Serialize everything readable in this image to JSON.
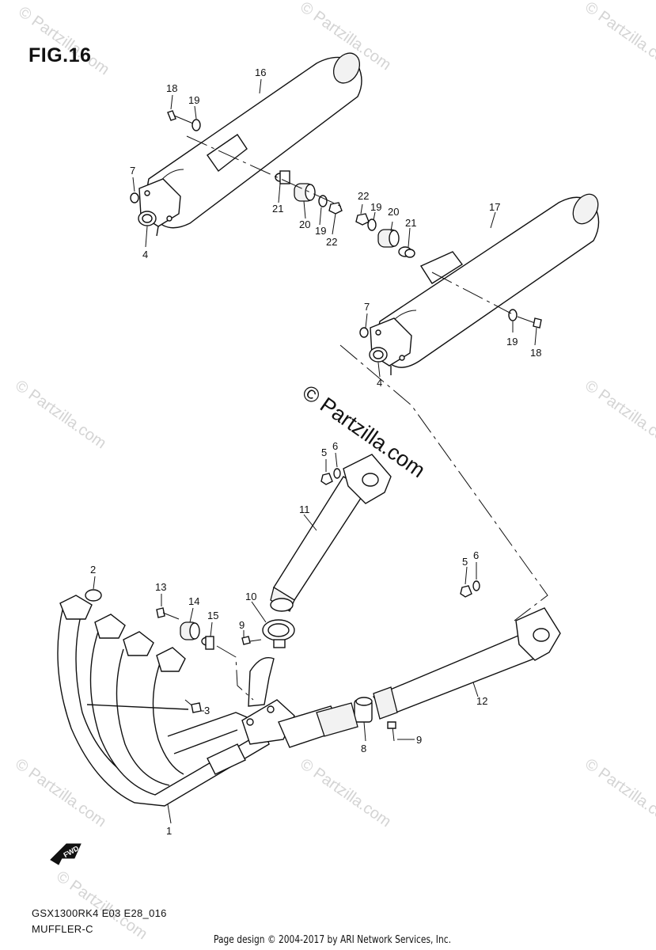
{
  "figure": {
    "title": "FIG.16",
    "model_code": "GSX1300RK4 E03 E28_016",
    "section_name": "MUFFLER-C",
    "footer": "Page design © 2004-2017 by ARI Network Services, Inc.",
    "center_watermark": "© Partzilla.com",
    "fwd_label": "FWD"
  },
  "watermarks": [
    "© Partzilla.com",
    "© Partzilla.com",
    "© Partzilla.com",
    "© Partzilla.com",
    "© Partzilla.com",
    "© Partzilla.com",
    "© Partzilla.com",
    "© Partzilla.com",
    "© Partzilla.com"
  ],
  "callouts": [
    {
      "id": "c16",
      "text": "16"
    },
    {
      "id": "c18a",
      "text": "18"
    },
    {
      "id": "c19a",
      "text": "19"
    },
    {
      "id": "c7a",
      "text": "7"
    },
    {
      "id": "c4a",
      "text": "4"
    },
    {
      "id": "c21a",
      "text": "21"
    },
    {
      "id": "c20a",
      "text": "20"
    },
    {
      "id": "c19b",
      "text": "19"
    },
    {
      "id": "c22a",
      "text": "22"
    },
    {
      "id": "c22b",
      "text": "22"
    },
    {
      "id": "c19c",
      "text": "19"
    },
    {
      "id": "c20b",
      "text": "20"
    },
    {
      "id": "c21b",
      "text": "21"
    },
    {
      "id": "c17",
      "text": "17"
    },
    {
      "id": "c7b",
      "text": "7"
    },
    {
      "id": "c4b",
      "text": "4"
    },
    {
      "id": "c19d",
      "text": "19"
    },
    {
      "id": "c18b",
      "text": "18"
    },
    {
      "id": "c5a",
      "text": "5"
    },
    {
      "id": "c6a",
      "text": "6"
    },
    {
      "id": "c11",
      "text": "11"
    },
    {
      "id": "c2",
      "text": "2"
    },
    {
      "id": "c13",
      "text": "13"
    },
    {
      "id": "c14",
      "text": "14"
    },
    {
      "id": "c15",
      "text": "15"
    },
    {
      "id": "c10",
      "text": "10"
    },
    {
      "id": "c9a",
      "text": "9"
    },
    {
      "id": "c5b",
      "text": "5"
    },
    {
      "id": "c6b",
      "text": "6"
    },
    {
      "id": "c3",
      "text": "3"
    },
    {
      "id": "c12",
      "text": "12"
    },
    {
      "id": "c8",
      "text": "8"
    },
    {
      "id": "c9b",
      "text": "9"
    },
    {
      "id": "c1",
      "text": "1"
    }
  ]
}
